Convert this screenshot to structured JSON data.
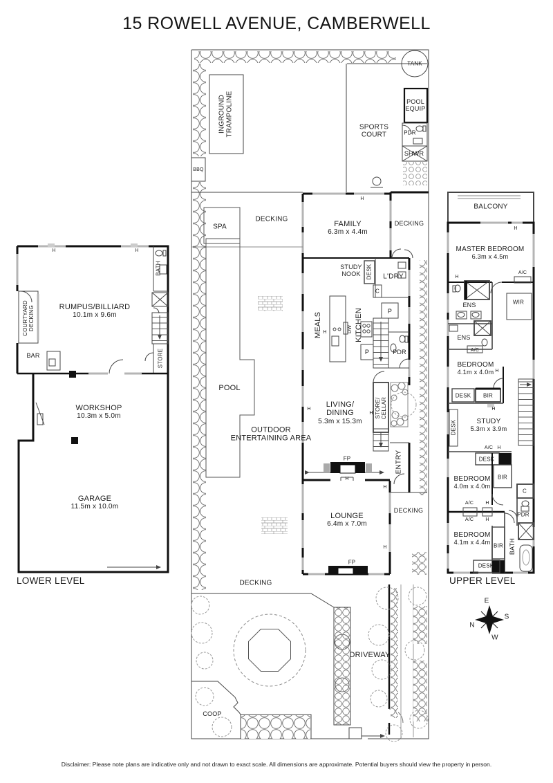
{
  "title": "15 ROWELL AVENUE, CAMBERWELL",
  "disclaimer": "Disclaimer: Please note plans are indicative only and not drawn to exact scale. All dimensions are approximate. Potential buyers should view the property in person.",
  "compass": {
    "n": "N",
    "e": "E",
    "s": "S",
    "w": "W"
  },
  "shared": {
    "h": "H",
    "decking": "DECKING",
    "desk": "DESK",
    "ac": "A/C",
    "bir": "BIR",
    "ens": "ENS",
    "pantry": "P",
    "cupboard": "C",
    "pdr": "PDR",
    "fp": "FP",
    "bath": "BATH",
    "store": "STORE",
    "dw": "DW"
  },
  "ground": {
    "tank": "TANK",
    "trampoline": "INGROUND TRAMPOLINE",
    "sports_court": "SPORTS COURT",
    "pool_equip": "POOL EQUIP",
    "shwr": "SHWR",
    "bbq": "BBQ",
    "spa": "SPA",
    "pool": "POOL",
    "outdoor": "OUTDOOR ENTERTAINING AREA",
    "meals": "MEALS",
    "kitchen": "KITCHEN",
    "ldry": "L'DRY",
    "study_nook": "STUDY NOOK",
    "store_cellar": "STORE/ CELLAR",
    "entry": "ENTRY",
    "family": {
      "name": "FAMILY",
      "dims": "6.3m x 4.4m"
    },
    "living": {
      "name": "LIVING/ DINING",
      "dims": "5.3m x 15.3m"
    },
    "lounge": {
      "name": "LOUNGE",
      "dims": "6.4m x 7.0m"
    },
    "driveway": "DRIVEWAY",
    "coop": "COOP"
  },
  "lower": {
    "label": "LOWER LEVEL",
    "rumpus": {
      "name": "RUMPUS/BILLIARD",
      "dims": "10.1m x 9.6m"
    },
    "workshop": {
      "name": "WORKSHOP",
      "dims": "10.3m x 5.0m"
    },
    "garage": {
      "name": "GARAGE",
      "dims": "11.5m x 10.0m"
    },
    "courtyard": "COURTYARD DECKING",
    "bar": "BAR"
  },
  "upper": {
    "label": "UPPER LEVEL",
    "balcony": "BALCONY",
    "master": {
      "name": "MASTER BEDROOM",
      "dims": "6.3m x 4.5m"
    },
    "wir": "WIR",
    "bedroom1": {
      "name": "BEDROOM",
      "dims": "4.1m x 4.0m"
    },
    "study": {
      "name": "STUDY",
      "dims": "5.3m x 3.9m"
    },
    "bedroom2": {
      "name": "BEDROOM",
      "dims": "4.0m x 4.0m"
    },
    "bedroom3": {
      "name": "BEDROOM",
      "dims": "4.1m x 4.4m"
    }
  }
}
